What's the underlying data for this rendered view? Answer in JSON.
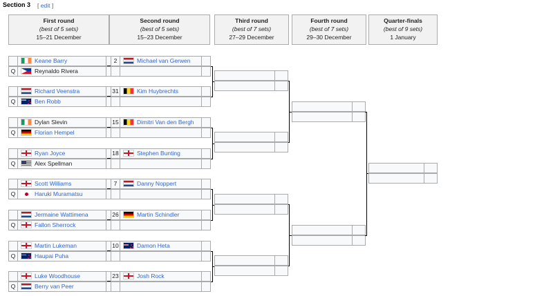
{
  "section": {
    "title": "Section 3",
    "edit_open": "[",
    "edit_label": "edit",
    "edit_close": "]"
  },
  "rounds": [
    {
      "name": "First round",
      "sets": "(best of 5 sets)",
      "date": "15–21 December"
    },
    {
      "name": "Second round",
      "sets": "(best of 5 sets)",
      "date": "15–23 December"
    },
    {
      "name": "Third round",
      "sets": "(best of 7 sets)",
      "date": "27–29 December"
    },
    {
      "name": "Fourth round",
      "sets": "(best of 7 sets)",
      "date": "29–30 December"
    },
    {
      "name": "Quarter-finals",
      "sets": "(best of 9 sets)",
      "date": "1 January"
    }
  ],
  "first_round": [
    {
      "p1": {
        "seed": "",
        "flag": "ireland",
        "name": "Keane Barry",
        "link": true
      },
      "p2": {
        "seed": "Q",
        "flag": "philippines",
        "name": "Reynaldo Rivera",
        "link": false
      }
    },
    {
      "p1": {
        "seed": "",
        "flag": "netherlands",
        "name": "Richard Veenstra",
        "link": true
      },
      "p2": {
        "seed": "Q",
        "flag": "newzealand",
        "name": "Ben Robb",
        "link": true
      }
    },
    {
      "p1": {
        "seed": "",
        "flag": "ireland",
        "name": "Dylan Slevin",
        "link": false
      },
      "p2": {
        "seed": "Q",
        "flag": "germany",
        "name": "Florian Hempel",
        "link": true
      }
    },
    {
      "p1": {
        "seed": "",
        "flag": "england",
        "name": "Ryan Joyce",
        "link": true
      },
      "p2": {
        "seed": "Q",
        "flag": "usa",
        "name": "Alex Spellman",
        "link": false
      }
    },
    {
      "p1": {
        "seed": "",
        "flag": "england",
        "name": "Scott Williams",
        "link": true
      },
      "p2": {
        "seed": "Q",
        "flag": "japan",
        "name": "Haruki Muramatsu",
        "link": true
      }
    },
    {
      "p1": {
        "seed": "",
        "flag": "netherlands",
        "name": "Jermaine Wattimena",
        "link": true
      },
      "p2": {
        "seed": "Q",
        "flag": "england",
        "name": "Fallon Sherrock",
        "link": true
      }
    },
    {
      "p1": {
        "seed": "",
        "flag": "england",
        "name": "Martin Lukeman",
        "link": true
      },
      "p2": {
        "seed": "Q",
        "flag": "newzealand",
        "name": "Haupai Puha",
        "link": true
      }
    },
    {
      "p1": {
        "seed": "",
        "flag": "england",
        "name": "Luke Woodhouse",
        "link": true
      },
      "p2": {
        "seed": "Q",
        "flag": "netherlands",
        "name": "Berry van Peer",
        "link": true
      }
    }
  ],
  "second_round": [
    {
      "seed": "2",
      "flag": "netherlands",
      "name": "Michael van Gerwen"
    },
    {
      "seed": "31",
      "flag": "belgium",
      "name": "Kim Huybrechts"
    },
    {
      "seed": "15",
      "flag": "belgium",
      "name": "Dimitri Van den Bergh"
    },
    {
      "seed": "18",
      "flag": "england",
      "name": "Stephen Bunting"
    },
    {
      "seed": "7",
      "flag": "netherlands",
      "name": "Danny Noppert"
    },
    {
      "seed": "26",
      "flag": "germany",
      "name": "Martin Schindler"
    },
    {
      "seed": "10",
      "flag": "newzealand",
      "name": "Damon Heta"
    },
    {
      "seed": "23",
      "flag": "northernireland",
      "name": "Josh Rock"
    }
  ]
}
